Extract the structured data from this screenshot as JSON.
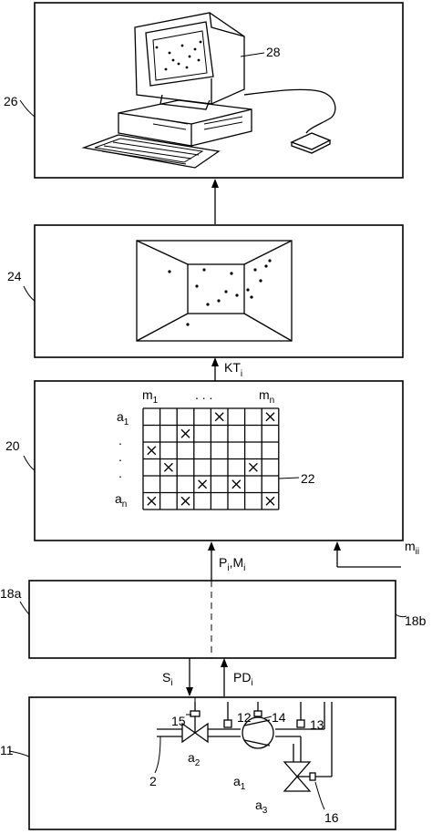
{
  "blocks": {
    "computer": {
      "ref": "26",
      "monitor_ref": "28"
    },
    "display": {
      "ref": "24"
    },
    "matrix": {
      "ref": "20",
      "grid_ref": "22",
      "col_first": "m",
      "col_first_sub": "1",
      "col_dots": ". . .",
      "col_last": "m",
      "col_last_sub": "n",
      "row_first": "a",
      "row_first_sub": "1",
      "row_last": "a",
      "row_last_sub": "n",
      "rows": 6,
      "cols": 8,
      "marks": [
        [
          0,
          4
        ],
        [
          0,
          7
        ],
        [
          1,
          2
        ],
        [
          2,
          0
        ],
        [
          3,
          1
        ],
        [
          4,
          3
        ],
        [
          4,
          5
        ],
        [
          3,
          6
        ],
        [
          5,
          0
        ],
        [
          5,
          2
        ],
        [
          5,
          7
        ]
      ]
    },
    "interface": {
      "ref_left": "18a",
      "ref_right": "18b"
    },
    "plant": {
      "ref": "11",
      "pipe_ref": "2",
      "sensor_left_ref": "15",
      "sensor_mid_ref": "12",
      "sensor_right_ref": "13",
      "pump_ref": "14",
      "valve_bottom_ref": "16",
      "valve_left": "a",
      "valve_left_sub": "2",
      "pump": "a",
      "pump_sub": "1",
      "valve_bottom": "a",
      "valve_bottom_sub": "3"
    }
  },
  "signals": {
    "kt": "KT",
    "kt_sub": "i",
    "pm": "P",
    "pm_sub1": "i",
    "pm_sep": ",M",
    "pm_sub2": "i",
    "mi": "m",
    "mi_sub": "ii",
    "si": "S",
    "si_sub": "i",
    "pd": "PD",
    "pd_sub": "i"
  }
}
